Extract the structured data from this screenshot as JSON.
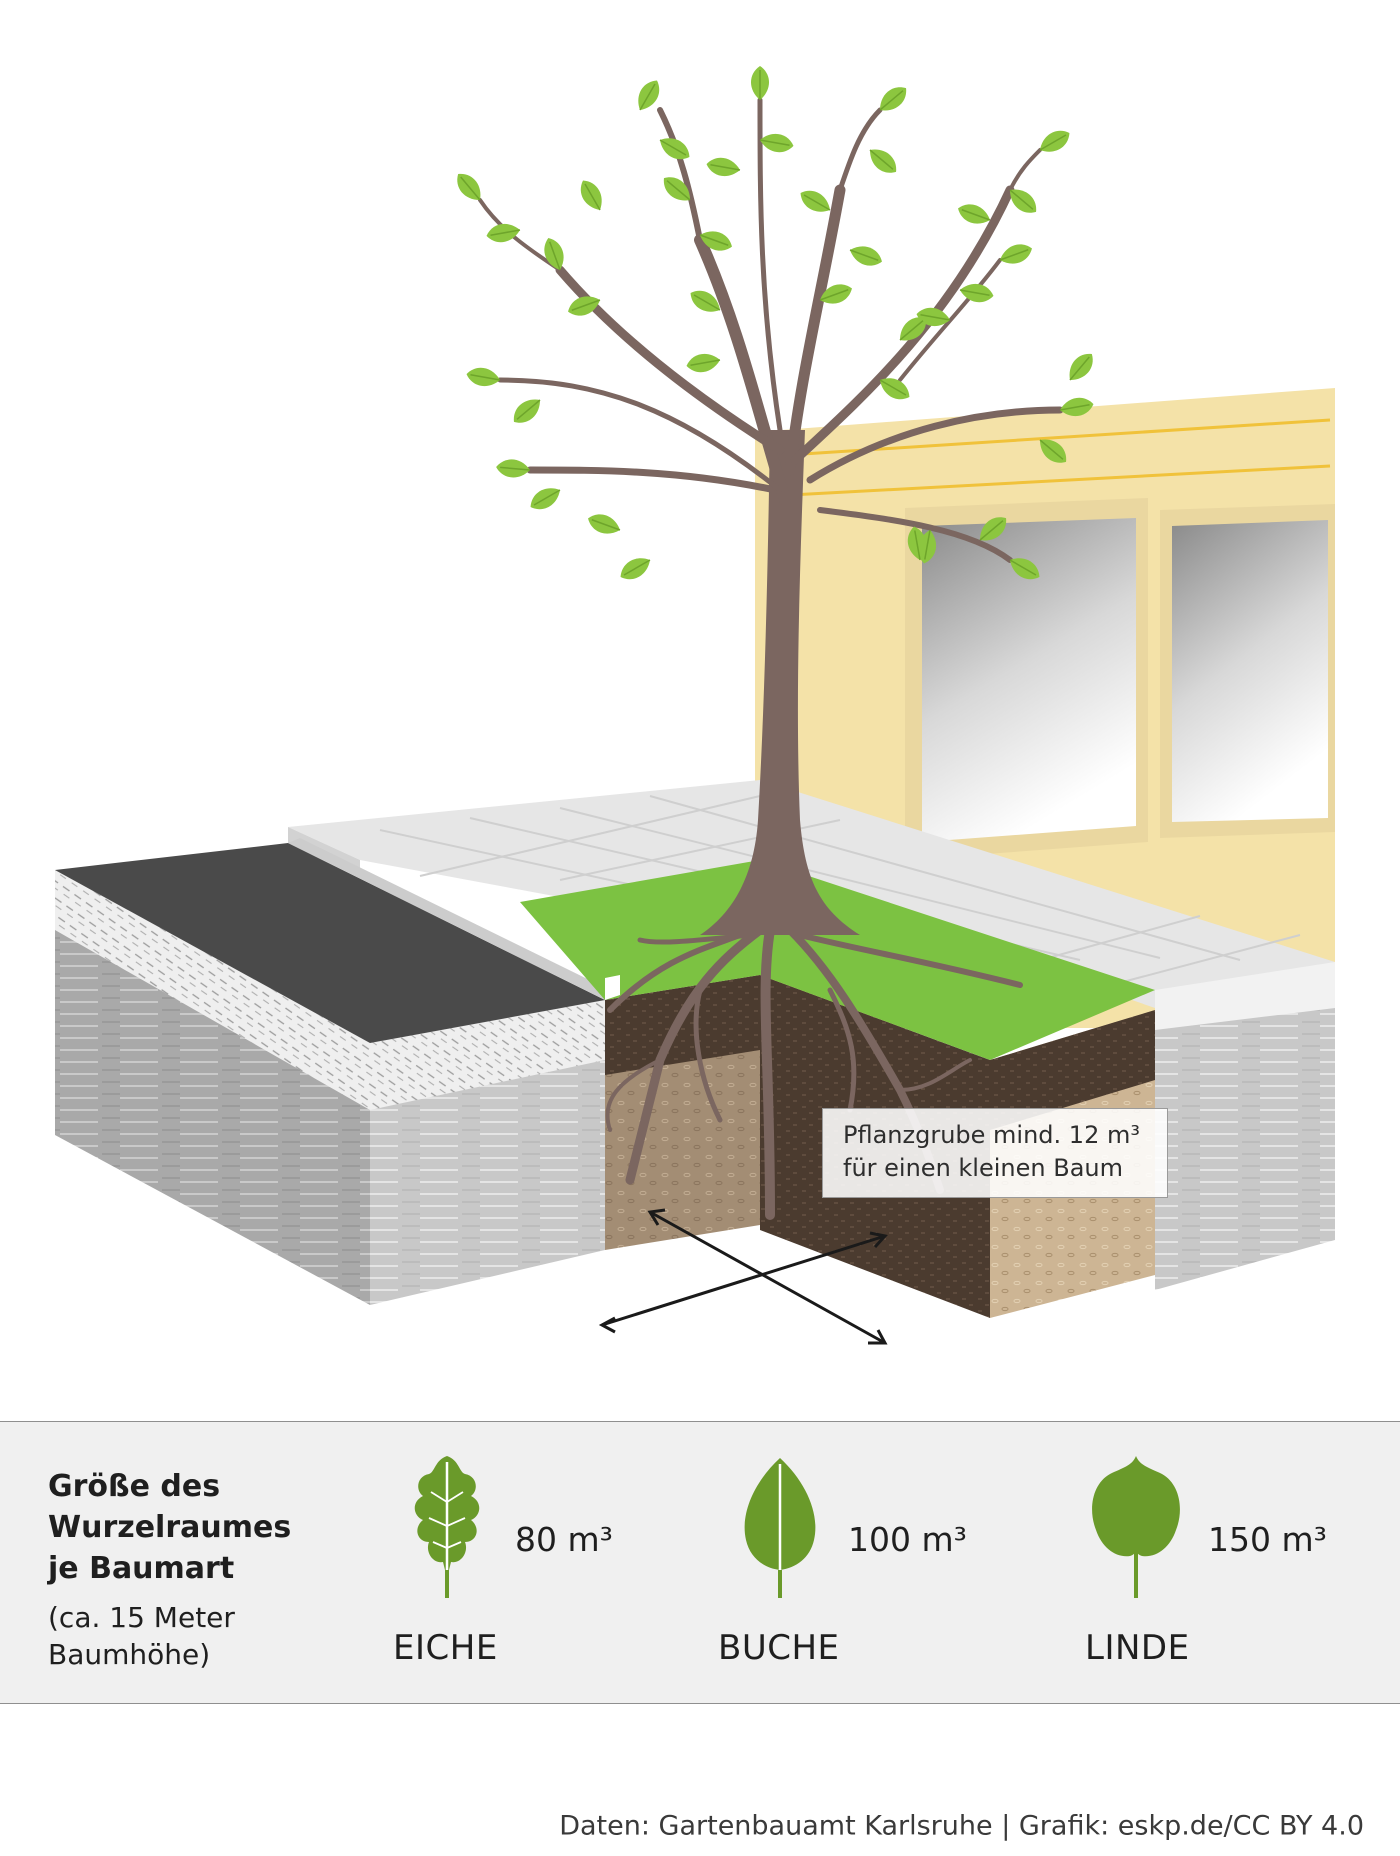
{
  "callout": {
    "line1": "Pflanzgrube mind. 12 m³",
    "line2": "für einen kleinen Baum"
  },
  "legend": {
    "title_line1": "Größe des",
    "title_line2": "Wurzelraumes",
    "title_line3": "je Baumart",
    "note_line1": "(ca. 15 Meter",
    "note_line2": "Baumhöhe)",
    "species": [
      {
        "name": "EICHE",
        "volume": "80 m³",
        "leaf_icon": "oak-leaf-icon"
      },
      {
        "name": "BUCHE",
        "volume": "100 m³",
        "leaf_icon": "beech-leaf-icon"
      },
      {
        "name": "LINDE",
        "volume": "150 m³",
        "leaf_icon": "linden-leaf-icon"
      }
    ]
  },
  "credit": "Daten: Gartenbauamt Karlsruhe | Grafik: eskp.de/CC BY 4.0",
  "colors": {
    "leaf_green": "#6a9a2a",
    "tree_leaf_green": "#8cc63f",
    "trunk_brown": "#7b6660",
    "wall_yellow": "#f4e2a8",
    "asphalt": "#4a4a4a",
    "grass": "#7cc242",
    "soil_dark": "#4a3a2e",
    "soil_light": "#a08a70"
  }
}
